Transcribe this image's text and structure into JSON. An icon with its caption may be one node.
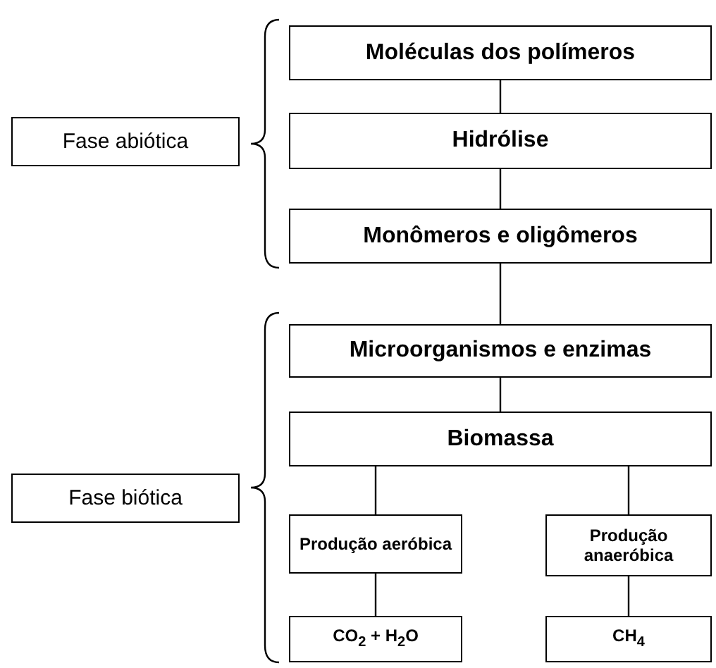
{
  "diagram": {
    "nodes": [
      {
        "text": [
          "Fase abiótica"
        ]
      },
      {
        "text": [
          "Moléculas dos polímeros"
        ]
      },
      {
        "text": [
          "Hidrólise"
        ]
      },
      {
        "text": [
          "Monômeros e oligômeros"
        ]
      },
      {
        "text": [
          "Fase biótica"
        ]
      },
      {
        "text": [
          "Microorganismos e enzimas"
        ]
      },
      {
        "text": [
          "Biomassa"
        ]
      },
      {
        "text": [
          "Produção aeróbica"
        ]
      },
      {
        "text": [
          "Produção anaeróbica"
        ]
      },
      {
        "text": [
          "CO$_{2}$ + H$_{2}$O"
        ]
      },
      {
        "text": [
          "CH$_{4}$"
        ]
      }
    ],
    "edges": [
      {
        "from": 1,
        "to": 2,
        "arrow": "none"
      },
      {
        "from": 2,
        "to": 3,
        "arrow": "none"
      },
      {
        "from": 3,
        "to": 5,
        "arrow": "none"
      },
      {
        "from": 5,
        "to": 6,
        "arrow": "none"
      },
      {
        "from": 6,
        "to": 7,
        "arrow": "none"
      },
      {
        "from": 6,
        "to": 8,
        "arrow": "none"
      },
      {
        "from": 7,
        "to": 9,
        "arrow": "none"
      },
      {
        "from": 8,
        "to": 10,
        "arrow": "none"
      }
    ]
  }
}
